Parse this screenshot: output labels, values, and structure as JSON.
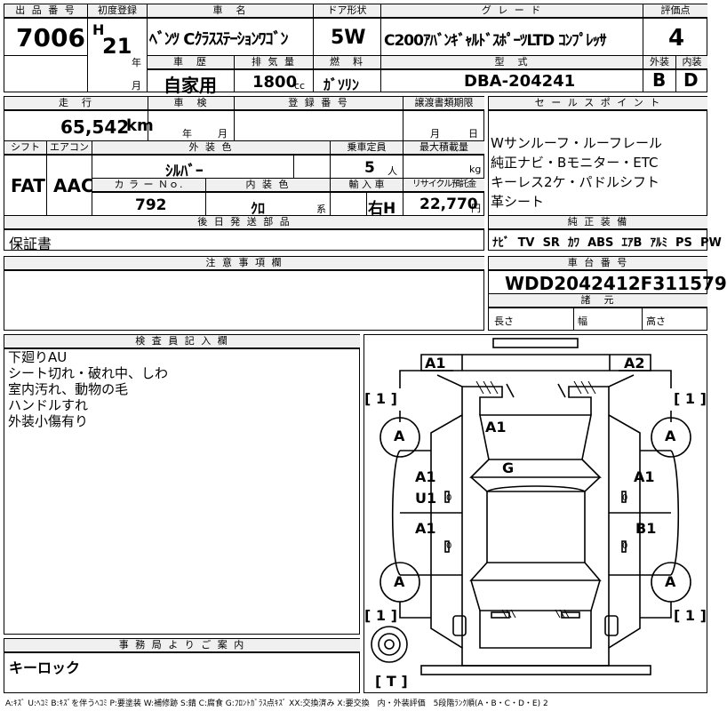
{
  "header": {
    "lot_label": "出 品 番 号",
    "lot_number": "7006",
    "reg_label": "初度登録",
    "era": "H",
    "year": "21",
    "year_unit": "年",
    "month_unit": "月",
    "name_label": "車　名",
    "car_name": "ﾍﾞﾝﾂ Cｸﾗｽｽﾃｰｼｮﾝﾜｺﾞﾝ",
    "door_label": "ドア形状",
    "door": "5W",
    "grade_label": "グ レ ー ド",
    "grade": "C200ｱﾊﾞﾝｷﾞｬﾙﾄﾞｽﾎﾟｰﾂLTD ｺﾝﾌﾟﾚｯｻ",
    "score_label": "評価点",
    "score": "4",
    "history_label": "車　歴",
    "history": "自家用",
    "disp_label": "排 気 量",
    "displacement": "1800",
    "cc": "cc",
    "fuel_label": "燃　料",
    "fuel": "ｶﾞｿﾘﾝ",
    "model_label": "型　式",
    "model": "DBA-204241",
    "ext_label": "外装",
    "int_label": "内装",
    "ext_grade": "B",
    "int_grade": "D"
  },
  "middle": {
    "mileage_label": "走　行",
    "mileage": "65,542",
    "km": "km",
    "inspection_label": "車　検",
    "ins_year": "年",
    "ins_month": "月",
    "plate_label": "登 録 番 号",
    "transfer_label": "譲渡書類期限",
    "tr_month": "月",
    "tr_day": "日",
    "shift_label": "シフト",
    "shift": "FAT",
    "ac_label": "エアコン",
    "ac": "AAC",
    "color_label": "外 装 色",
    "color": "ｼﾙﾊﾞｰ",
    "capacity_label": "乗車定員",
    "capacity": "5",
    "capacity_unit": "人",
    "load_label": "最大積載量",
    "load_unit": "kg",
    "colorno_label": "カ ラ ー Ｎｏ.",
    "colorno": "792",
    "interior_label": "内 装 色",
    "interior": "ｸﾛ",
    "interior_unit": "系",
    "import_label": "輸 入 車",
    "import": "右H",
    "recycle_label": "リサイクル預託金",
    "recycle": "22,770",
    "yen": "円",
    "later_label": "後 日 発 送 部 品",
    "later": "保証書"
  },
  "sales": {
    "label": "セ ー ル ス ポ イ ン ト",
    "lines": [
      "Wサンルーフ・ルーフレール",
      "純正ナビ・Bモニター・ETC",
      "キーレス2ケ・パドルシフト",
      "革シート"
    ],
    "equip_label": "純 正 装 備",
    "equip": [
      "ﾅﾋﾞ",
      "TV",
      "SR",
      "ｶﾜ",
      "ABS",
      "ｴｱB",
      "ｱﾙﾐ",
      "PS",
      "PW"
    ]
  },
  "caution": {
    "label": "注 意 事 項 欄"
  },
  "chassis": {
    "label": "車 台 番 号",
    "number": "WDD2042412F311579",
    "spec_label": "諸　元",
    "length": "長さ",
    "width": "幅",
    "height": "高さ"
  },
  "inspector": {
    "label": "検 査 員 記 入 欄",
    "lines": [
      "下廻りAU",
      "シート切れ・破れ中、しわ",
      "室内汚れ、動物の毛",
      "ハンドルすれ",
      "外装小傷有り"
    ]
  },
  "office": {
    "label": "事 務 局 よ り ご 案 内",
    "text": "キーロック"
  },
  "diagram": {
    "marks": {
      "front_left": "A1",
      "front_right": "A2",
      "hood": "A1",
      "roof": "G",
      "left_front_door_1": "A1",
      "left_front_door_2": "U1",
      "right_front_door": "A1",
      "left_rear_door": "A1",
      "right_rear_door": "B1",
      "wheel_fl": "A",
      "wheel_fr": "A",
      "wheel_rl": "A",
      "wheel_rr": "A",
      "tire_fl": "[ 1 ]",
      "tire_fr": "[ 1 ]",
      "tire_rl": "[ 1 ]",
      "tire_rr": "[ 1 ]",
      "tire_t": "[ T ]"
    }
  },
  "legend": "A:ｷｽﾞ U:ﾍｺﾐ B:ｷｽﾞを伴うﾍｺﾐ P:要塗装 W:補修跡 S:錆 C:腐食 G:ﾌﾛﾝﾄｶﾞﾗｽ点ｷｽﾞ XX:交換済み X:要交換　内・外装評価　5段階ﾗﾝｸ順(A・B・C・D・E) 2"
}
